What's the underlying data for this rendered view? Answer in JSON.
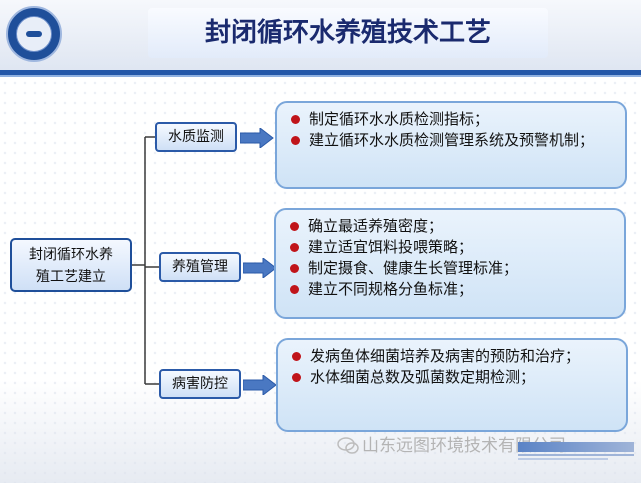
{
  "title": "封闭循环水养殖技术工艺",
  "root_node": {
    "line1": "封闭循环水养",
    "line2": "殖工艺建立"
  },
  "branches": [
    {
      "label": "水质监测",
      "items": [
        "制定循环水水质检测指标；",
        "建立循环水水质检测管理系统及预警机制；"
      ]
    },
    {
      "label": "养殖管理",
      "items": [
        "确立最适养殖密度；",
        "建立适宜饵料投喂策略；",
        "制定摄食、健康生长管理标准；",
        "建立不同规格分鱼标准；"
      ]
    },
    {
      "label": "病害防控",
      "items": [
        "发病鱼体细菌培养及病害的预防和治疗；",
        "水体细菌总数及弧菌数定期检测；"
      ]
    }
  ],
  "watermark": "山东远图环境技术有限公司",
  "colors": {
    "title_text": "#1a2a6e",
    "header_stripe": "#2457a8",
    "bullet": "#c0141a",
    "panel_border": "#7aa6da",
    "arrow": "#4a78c2"
  },
  "icons": {
    "logo": "institute-seal-logo",
    "watermark": "wechat-icon",
    "sub_logo": "institute-wordmark-logo"
  }
}
